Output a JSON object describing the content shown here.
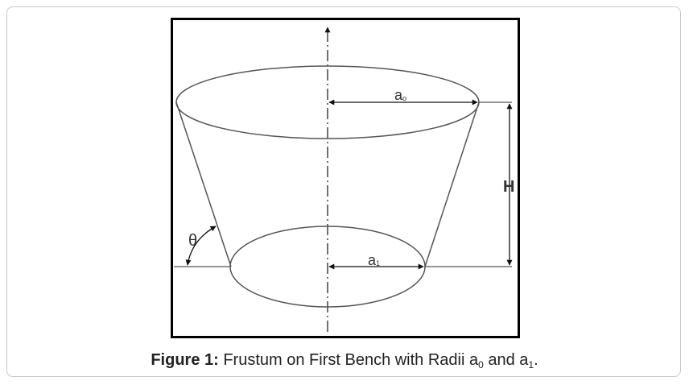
{
  "figure": {
    "caption_label": "Figure 1:",
    "caption_text": "Frustum on First Bench with Radii a",
    "caption_sub0": "0",
    "caption_and": " and a",
    "caption_sub1": "1",
    "caption_end": "."
  },
  "diagram_labels": {
    "top_radius": "a",
    "top_radius_sub": "o",
    "bottom_radius": "a",
    "bottom_radius_sub": "1",
    "height": "H",
    "angle": "θ"
  },
  "colors": {
    "frame_border": "#000000",
    "line": "#555555",
    "text": "#222222"
  }
}
